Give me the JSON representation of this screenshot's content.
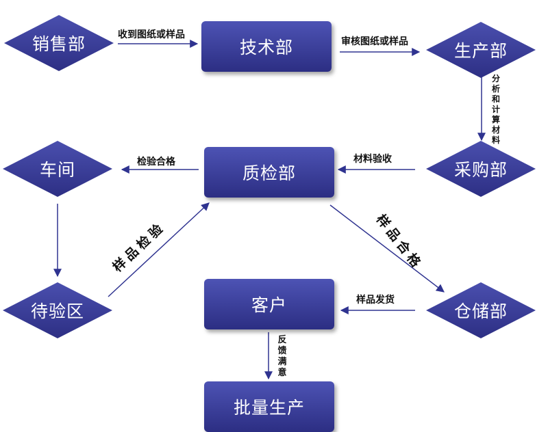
{
  "nodes": {
    "sales": "销售部",
    "tech": "技术部",
    "production": "生产部",
    "purchasing": "采购部",
    "quality": "质检部",
    "workshop": "车间",
    "inspection_area": "待验区",
    "customer": "客户",
    "warehouse": "仓储部",
    "mass_production": "批量生产"
  },
  "edges": {
    "sales_to_tech": "收到图纸或样品",
    "tech_to_production": "审核图纸或样品",
    "production_to_purchasing": "分析和计算材料",
    "purchasing_to_quality": "材料验收",
    "quality_to_workshop": "检验合格",
    "area_to_quality": "样品检验",
    "quality_to_warehouse": "样品合格",
    "warehouse_to_customer": "样品发货",
    "customer_to_mass": "反馈满意"
  }
}
